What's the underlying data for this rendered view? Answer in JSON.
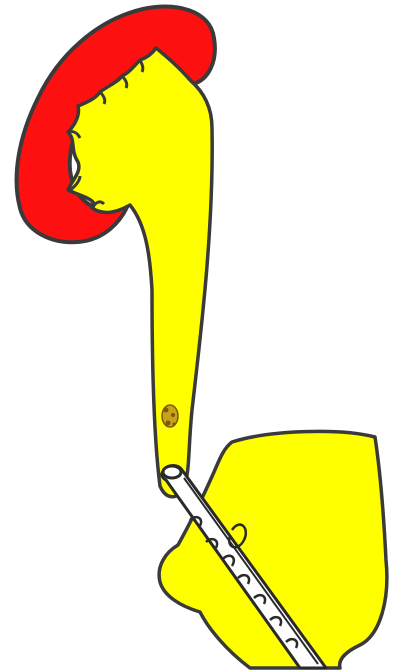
{
  "diagram": {
    "kind": "anatomical-sketch",
    "structures": [
      "kidney",
      "renal-pelvis",
      "ureter",
      "bladder",
      "ureteral-stone",
      "ureteral-stent"
    ],
    "colors": {
      "kidney": "#ff1010",
      "urinary_tract": "#ffff00",
      "outline": "#3a3a3a",
      "stone": "#c7a21a",
      "stone_dark": "#7a5a0a",
      "stent_fill": "#ffffff",
      "background": "#ffffff"
    }
  }
}
